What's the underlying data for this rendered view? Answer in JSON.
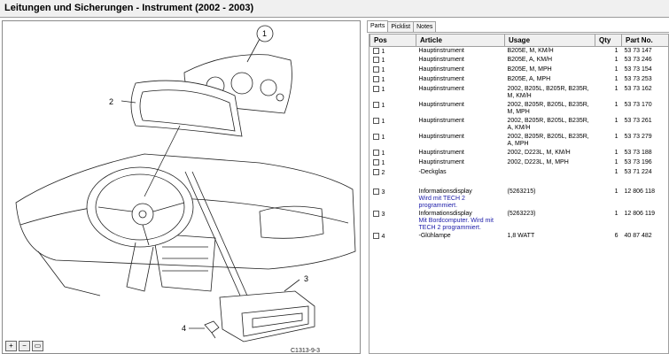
{
  "window": {
    "title": "Leitungen und Sicherungen - Instrument   (2002 - 2003)"
  },
  "diagram": {
    "callouts": [
      "1",
      "2",
      "3",
      "4"
    ],
    "code": "C1313-9-3"
  },
  "tabs": [
    {
      "label": "Parts",
      "active": true
    },
    {
      "label": "Picklist",
      "active": false
    },
    {
      "label": "Notes",
      "active": false
    }
  ],
  "table": {
    "columns": [
      "Pos",
      "Article",
      "Usage",
      "Qty",
      "Part No."
    ],
    "rows": [
      {
        "pos": "1",
        "article": "Hauptinstrument",
        "usage": "B205E, M, KM/H",
        "qty": "1",
        "part_no": "53 73 147"
      },
      {
        "pos": "1",
        "article": "Hauptinstrument",
        "usage": "B205E, A, KM/H",
        "qty": "1",
        "part_no": "53 73 246"
      },
      {
        "pos": "1",
        "article": "Hauptinstrument",
        "usage": "B205E, M, MPH",
        "qty": "1",
        "part_no": "53 73 154"
      },
      {
        "pos": "1",
        "article": "Hauptinstrument",
        "usage": "B205E, A, MPH",
        "qty": "1",
        "part_no": "53 73 253"
      },
      {
        "pos": "1",
        "article": "Hauptinstrument",
        "usage": "2002, B205L, B205R, B235R, M, KM/H",
        "qty": "1",
        "part_no": "53 73 162"
      },
      {
        "pos": "1",
        "article": "Hauptinstrument",
        "usage": "2002, B205R, B205L, B235R, M, MPH",
        "qty": "1",
        "part_no": "53 73 170"
      },
      {
        "pos": "1",
        "article": "Hauptinstrument",
        "usage": "2002, B205R, B205L, B235R, A, KM/H",
        "qty": "1",
        "part_no": "53 73 261"
      },
      {
        "pos": "1",
        "article": "Hauptinstrument",
        "usage": "2002, B205R, B205L, B235R, A, MPH",
        "qty": "1",
        "part_no": "53 73 279"
      },
      {
        "pos": "1",
        "article": "Hauptinstrument",
        "usage": "2002, D223L, M, KM/H",
        "qty": "1",
        "part_no": "53 73 188"
      },
      {
        "pos": "1",
        "article": "Hauptinstrument",
        "usage": "2002, D223L, M, MPH",
        "qty": "1",
        "part_no": "53 73 196"
      },
      {
        "pos": "2",
        "article": "-Deckglas",
        "usage": "",
        "qty": "1",
        "part_no": "53 71 224"
      },
      {
        "pos": "3",
        "article": "Informationsdisplay",
        "note": "Wird mit TECH 2 programmiert.",
        "usage": "(5263215)",
        "qty": "1",
        "part_no": "12 806 118"
      },
      {
        "pos": "3",
        "article": "Informationsdisplay",
        "note": "Mit Bordcomputer. Wird mit TECH 2 programmiert.",
        "usage": "(5263223)",
        "qty": "1",
        "part_no": "12 806 119"
      },
      {
        "pos": "4",
        "article": "-Glühlampe",
        "usage": "1,8 WATT",
        "qty": "6",
        "part_no": "40 87 482"
      }
    ]
  },
  "icons": {
    "zoom_in": "zoom-in-icon",
    "zoom_out": "zoom-out-icon",
    "fit": "fit-icon"
  }
}
